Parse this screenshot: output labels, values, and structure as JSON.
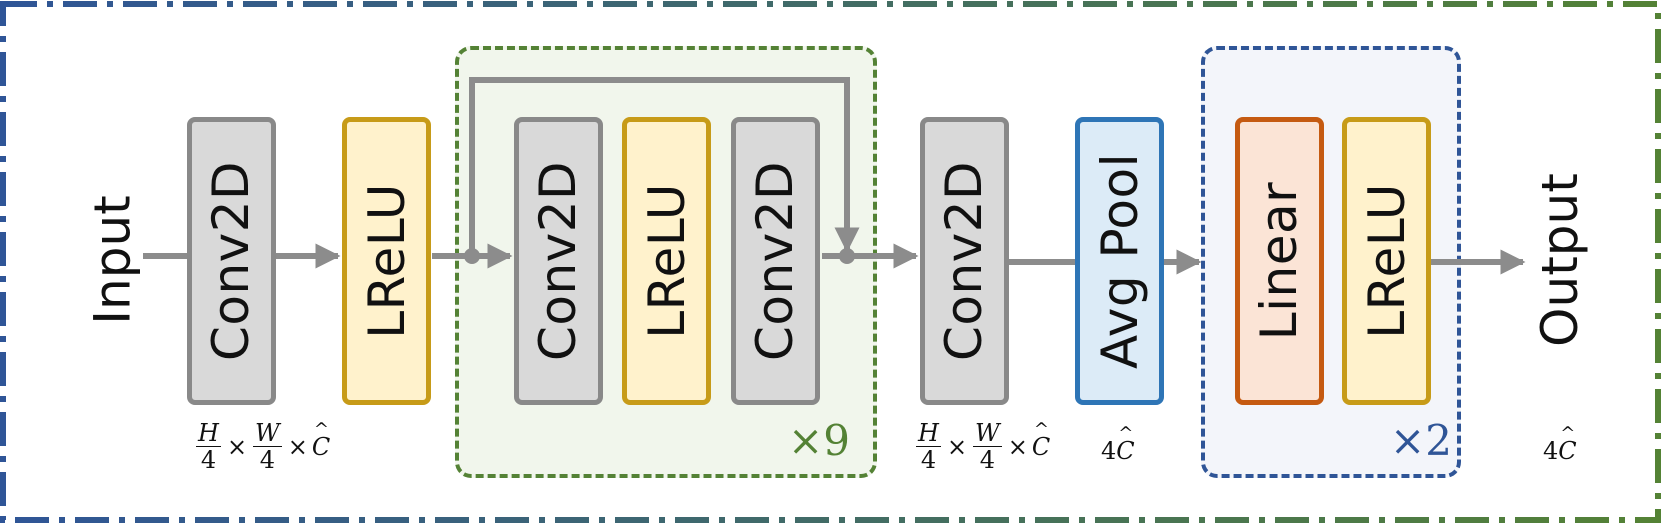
{
  "diagram": {
    "input_label": "Input",
    "output_label": "Output",
    "conv_label": "Conv2D",
    "lrelu_label": "LReLU",
    "avgpool_label": "Avg Pool",
    "linear_label": "Linear",
    "residual_repeat": "×9",
    "mlp_repeat": "×2",
    "dim_spatial": {
      "h": "H",
      "w": "W",
      "denominator": "4",
      "c": "C"
    },
    "dim_vector": {
      "coefficient": "4",
      "c": "C"
    },
    "colors": {
      "conv_fill": "#d9d9d9",
      "conv_border": "#898989",
      "lrelu_fill": "#fff2cc",
      "lrelu_border": "#c79b18",
      "avgpool_fill": "#dcebf7",
      "avgpool_border": "#2e75b6",
      "linear_fill": "#fbe4d6",
      "linear_border": "#c55a11",
      "residual_group_border": "#548235",
      "mlp_group_border": "#2f5597",
      "arrow": "#8c8c8c",
      "outer_frame_left": "#2f5597",
      "outer_frame_right": "#548235"
    }
  }
}
